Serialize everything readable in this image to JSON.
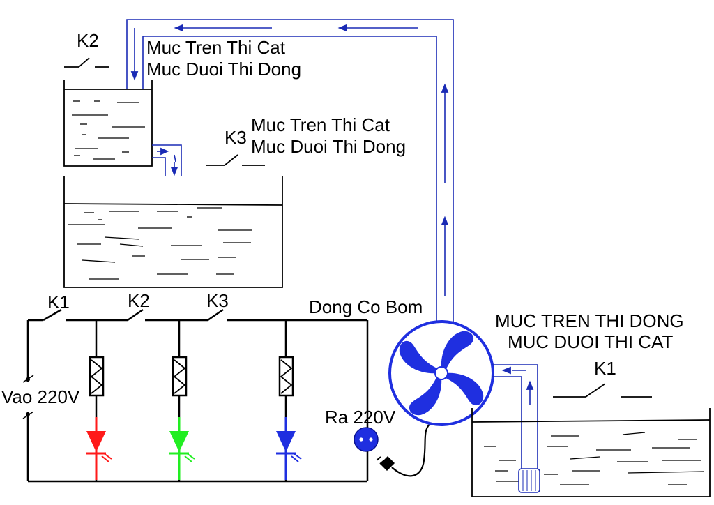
{
  "labels": {
    "k2_top": "K2",
    "tank_top_line1": "Muc Tren Thi Cat",
    "tank_top_line2": "Muc Duoi Thi Dong",
    "k3_top": "K3",
    "tank_mid_line1": "Muc Tren Thi Cat",
    "tank_mid_line2": "Muc Duoi Thi Dong",
    "k1_circuit": "K1",
    "k2_circuit": "K2",
    "k3_circuit": "K3",
    "motor": "Dong Co Bom",
    "input_power": "Vao 220V",
    "output_power": "Ra 220V",
    "tank_right_line1": "MUC TREN THI DONG",
    "tank_right_line2": "MUC DUOI THI CAT",
    "k1_right": "K1"
  },
  "colors": {
    "pipe": "#1a2bb5",
    "pump": "#1f2fe0",
    "led_red": "#ff1a1a",
    "led_green": "#22ee22",
    "led_blue": "#1f2fe0",
    "wire": "#000000"
  },
  "icons": {
    "pump": "pump-fan-icon",
    "socket": "socket-icon",
    "plug": "plug-icon",
    "resistor": "resistor-icon",
    "led": "led-icon",
    "switch": "switch-icon"
  }
}
